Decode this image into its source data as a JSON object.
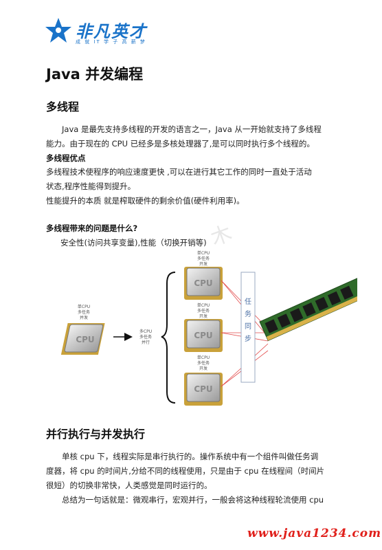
{
  "logo": {
    "name": "非凡英才",
    "slogan": "成 就 IT 学 子 高 薪 梦"
  },
  "title": "Java 并发编程",
  "section1": {
    "heading": "多线程",
    "para_line1": "Java 是最先支持多线程的开发的语言之一，Java 从一开始就支持了多线程",
    "para_line2": "能力。由于现在的 CPU 已经多是多核处理器了,是可以同时执行多个线程的。",
    "adv_heading": "多线程优点",
    "adv_line1": "多线程技术使程序的响应速度更快 ,可以在进行其它工作的同时一直处于活动",
    "adv_line2": "状态,程序性能得到提升。",
    "adv_line3": "性能提升的本质  就是榨取硬件的剩余价值(硬件利用率)。",
    "problem_heading": "多线程带来的问题是什么?",
    "problem_text": "安全性(访问共享变量),性能（切换开销等)"
  },
  "diagram": {
    "left_cpu_label": [
      "单CPU",
      "多任务",
      "并发"
    ],
    "arrow_label": [
      "多CPU",
      "多任务",
      "并行"
    ],
    "cpu_labels": [
      [
        "单CPU",
        "多任务",
        "开发"
      ],
      [
        "单CPU",
        "多任务",
        "开发"
      ],
      [
        "单CPU",
        "多任务",
        "开发"
      ]
    ],
    "chip_text": "CPU",
    "sync_label": [
      "任",
      "务",
      "同",
      "步"
    ]
  },
  "section2": {
    "heading": "并行执行与并发执行",
    "line1": "单核 cpu 下，线程实际是串行执行的。操作系统中有一个组件叫做任务调",
    "line2": "度器，将 cpu 的时间片,分给不同的线程使用，只是由于 cpu 在线程间（时间片",
    "line3": "很短）的切换非常快，人类感觉是同时运行的。",
    "line4": "总结为一句话就是：微观串行，宏观并行，一般会将这种线程轮流使用 cpu"
  },
  "watermark": "木",
  "footer": {
    "url": "www.java1234.com"
  },
  "colors": {
    "brand_blue": "#1a73c9",
    "footer_red": "#e0201b",
    "link_red": "#e24a4a",
    "chip_gold": "#c9a13a"
  }
}
